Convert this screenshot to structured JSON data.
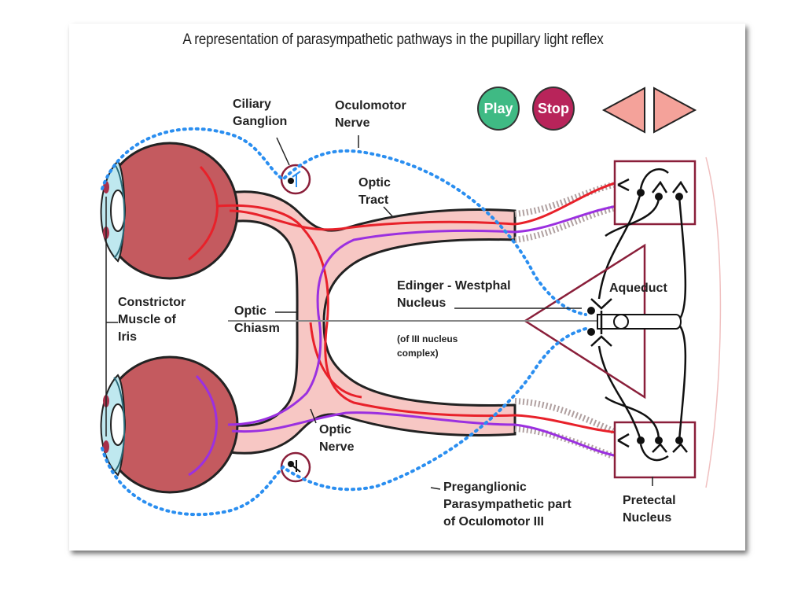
{
  "title": "A representation of parasympathetic pathways in the pupillary light reflex",
  "controls": {
    "play_label": "Play",
    "stop_label": "Stop"
  },
  "labels": {
    "ciliary_ganglion": [
      "Ciliary",
      "Ganglion"
    ],
    "oculomotor_nerve": [
      "Oculomotor",
      "Nerve"
    ],
    "optic_tract": [
      "Optic",
      "Tract"
    ],
    "constrictor_muscle": [
      "Constrictor",
      "Muscle of",
      "Iris"
    ],
    "optic_chiasm": [
      "Optic",
      "Chiasm"
    ],
    "edinger_westphal": [
      "Edinger - Westphal",
      "Nucleus"
    ],
    "iii_complex": [
      "(of III nucleus",
      "complex)"
    ],
    "aqueduct": "Aqueduct",
    "optic_nerve": [
      "Optic",
      "Nerve"
    ],
    "preganglionic": [
      "Preganglionic",
      "Parasympathetic part",
      "of Oculomotor III"
    ],
    "pretectal_nucleus": [
      "Pretectal",
      "Nucleus"
    ]
  },
  "colors": {
    "play": "#3fba84",
    "stop": "#b8245a",
    "arrow": "#f4a29a",
    "eye": "#c45a5f",
    "tract": "#f7c7c4",
    "red_fiber": "#e8212a",
    "purple_fiber": "#9b30e0",
    "dotted_nerve": "#2a8ef0",
    "box": "#8a1f3a"
  },
  "icons": [
    "play-button",
    "stop-button",
    "previous-arrow-icon",
    "next-arrow-icon"
  ]
}
